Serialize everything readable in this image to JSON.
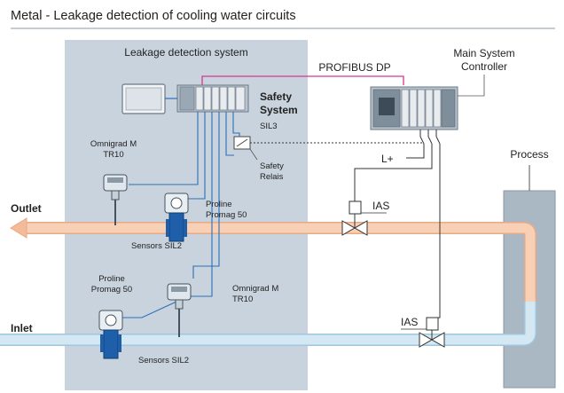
{
  "title": "Metal - Leakage detection of cooling water circuits",
  "leakage_system": {
    "heading": "Leakage detection system",
    "safety_system": "Safety",
    "safety_system_2": "System",
    "sil": "SIL3",
    "relais": "Safety",
    "relais_2": "Relais"
  },
  "profibus": "PROFIBUS DP",
  "main_controller": {
    "line1": "Main System",
    "line2": "Controller"
  },
  "process": "Process",
  "outlet": "Outlet",
  "inlet": "Inlet",
  "lplus": "L+",
  "ias_top": "IAS",
  "ias_bottom": "IAS",
  "devices": {
    "omnigrad_top": {
      "line1": "Omnigrad M",
      "line2": "TR10"
    },
    "promag_top": {
      "line1": "Proline",
      "line2": "Promag 50"
    },
    "sensors_top": "Sensors SIL2",
    "promag_bottom": {
      "line1": "Proline",
      "line2": "Promag 50"
    },
    "omnigrad_bottom": {
      "line1": "Omnigrad M",
      "line2": "TR10"
    },
    "sensors_bottom": "Sensors SIL2"
  },
  "colors": {
    "panel": "#c9d3dd",
    "outlet_pipe": "#f6c5a6",
    "inlet_pipe": "#cfe4f1",
    "signal_blue": "#2a6fb8",
    "profibus_pink": "#d2398f",
    "device_blue": "#1f5ea8"
  }
}
